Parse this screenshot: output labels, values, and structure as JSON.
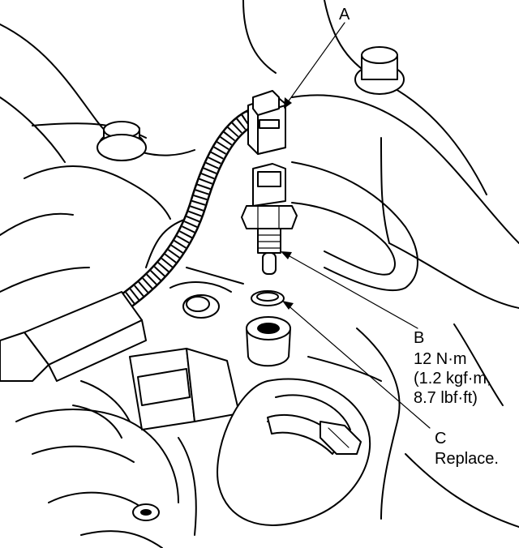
{
  "callouts": {
    "a": {
      "letter": "A"
    },
    "b": {
      "letter": "B",
      "lines": [
        "12 N·m",
        "(1.2 kgf·m,",
        "8.7 lbf·ft)"
      ]
    },
    "c": {
      "letter": "C",
      "note": "Replace."
    }
  },
  "colors": {
    "ink": "#000000",
    "paper": "#ffffff"
  }
}
